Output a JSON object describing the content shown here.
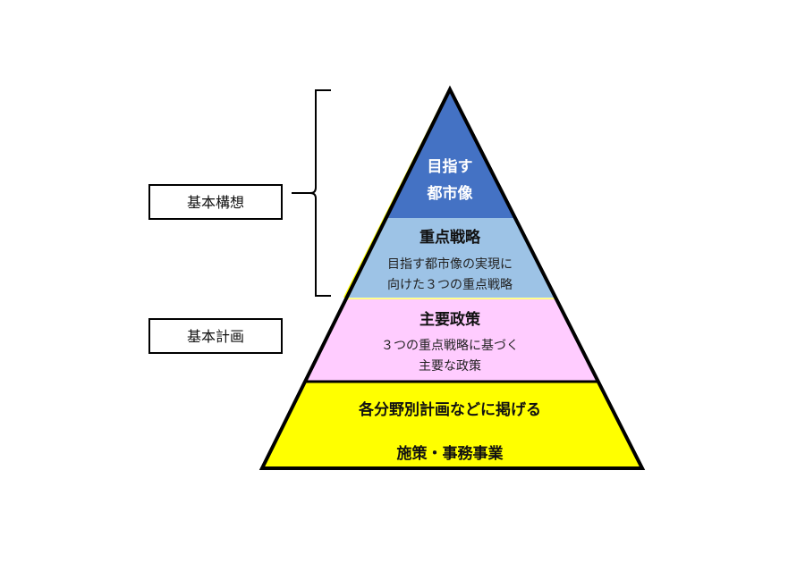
{
  "labels": {
    "kihon_koso": "基本構想",
    "kihon_keikaku": "基本計画"
  },
  "layers": [
    {
      "title_lines": [
        "目指す",
        "都市像"
      ],
      "color": "#4472C4"
    },
    {
      "title": "重点戦略",
      "lines": [
        "目指す都市像の実現に",
        "向けた３つの重点戦略"
      ],
      "color": "#9DC3E6"
    },
    {
      "title": "主要政策",
      "lines": [
        "３つの重点戦略に基づく",
        "主要な政策"
      ],
      "color": "#FFCCFF"
    },
    {
      "title": "各分野別計画などに掲げる",
      "subtitle": "施策・事務事業",
      "color": "#FFFF00"
    }
  ]
}
